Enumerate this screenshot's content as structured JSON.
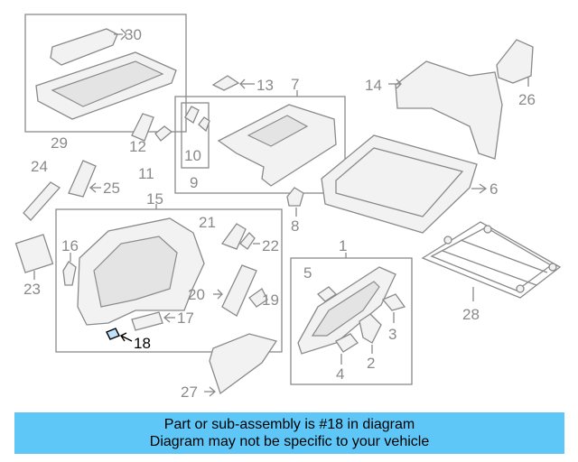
{
  "callouts": {
    "c1": "1",
    "c2": "2",
    "c3": "3",
    "c4": "4",
    "c5": "5",
    "c6": "6",
    "c7": "7",
    "c8": "8",
    "c9": "9",
    "c10": "10",
    "c11": "11",
    "c12": "12",
    "c13": "13",
    "c14": "14",
    "c15": "15",
    "c16": "16",
    "c17": "17",
    "c18": "18",
    "c19": "19",
    "c20": "20",
    "c21": "21",
    "c22": "22",
    "c23": "23",
    "c24": "24",
    "c25": "25",
    "c26": "26",
    "c27": "27",
    "c28": "28",
    "c29": "29",
    "c30": "30"
  },
  "highlighted_part": "18",
  "colors": {
    "banner": "#5fc7f7",
    "line": "#8a8a8a",
    "highlight": "#000000"
  },
  "banner": {
    "line1": "Part or sub-assembly is #18 in diagram",
    "line2": "Diagram may not be specific to your vehicle"
  }
}
